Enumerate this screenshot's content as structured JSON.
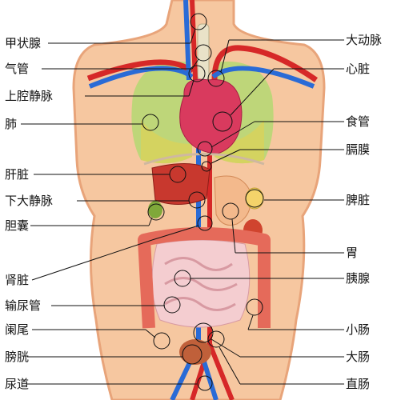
{
  "left_labels": [
    "甲状腺",
    "气管",
    "上腔静脉",
    "肺",
    "肝脏",
    "下大静脉",
    "胆囊",
    "肾脏",
    "输尿管",
    "阑尾",
    "膀胱",
    "尿道"
  ],
  "right_labels": [
    "大动脉",
    "心脏",
    "食管",
    "膈膜",
    "脾脏",
    "胃",
    "胰腺",
    "小肠",
    "大肠",
    "直肠"
  ],
  "colors": {
    "skin": "#f6c7a0",
    "skin_edge": "#e8a47a",
    "lung": "#b8d774",
    "heart": "#d93a5e",
    "liver": "#c8382e",
    "intestine_large": "#e56a5a",
    "intestine_small": "#f4cdd0",
    "artery": "#d62828",
    "vein": "#2a6bd6",
    "bladder": "#c0603a"
  }
}
